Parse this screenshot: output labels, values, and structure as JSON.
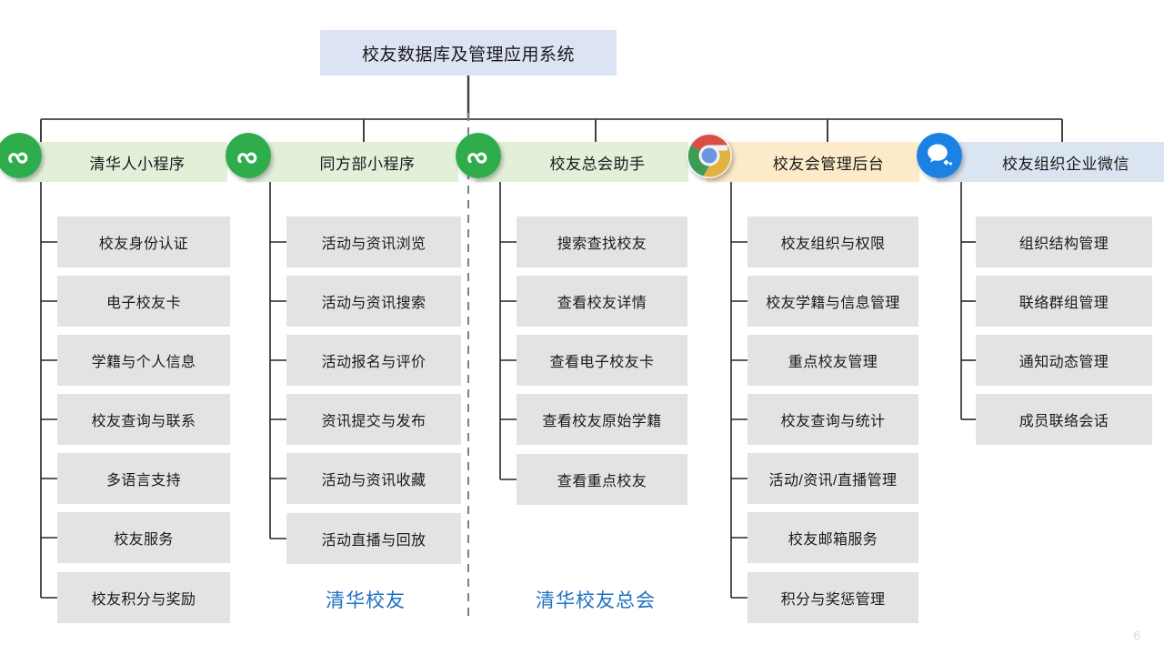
{
  "slide": {
    "page_number": "6",
    "root_title": "校友数据库及管理应用系统",
    "root_color": "#dce3f3"
  },
  "columns": [
    {
      "id": "tsinghua-people-miniprogram",
      "title": "清华人小程序",
      "icon": "wechat-miniprogram-icon",
      "header_color": "#e2efd9",
      "items": [
        "校友身份认证",
        "电子校友卡",
        "学籍与个人信息",
        "校友查询与联系",
        "多语言支持",
        "校友服务",
        "校友积分与奖励"
      ]
    },
    {
      "id": "tongfangbu-miniprogram",
      "title": "同方部小程序",
      "icon": "wechat-miniprogram-icon",
      "header_color": "#e2efd9",
      "items": [
        "活动与资讯浏览",
        "活动与资讯搜索",
        "活动报名与评价",
        "资讯提交与发布",
        "活动与资讯收藏",
        "活动直播与回放"
      ]
    },
    {
      "id": "alumni-association-assistant",
      "title": "校友总会助手",
      "icon": "wechat-miniprogram-icon",
      "header_color": "#e2efd9",
      "items": [
        "搜索查找校友",
        "查看校友详情",
        "查看电子校友卡",
        "查看校友原始学籍",
        "查看重点校友"
      ]
    },
    {
      "id": "alumni-admin-backend",
      "title": "校友会管理后台",
      "icon": "chrome-browser-icon",
      "header_color": "#fdeac8",
      "items": [
        "校友组织与权限",
        "校友学籍与信息管理",
        "重点校友管理",
        "校友查询与统计",
        "活动/资讯/直播管理",
        "校友邮箱服务",
        "积分与奖惩管理"
      ]
    },
    {
      "id": "alumni-org-wecom",
      "title": "校友组织企业微信",
      "icon": "wecom-icon",
      "header_color": "#dbe5f1",
      "items": [
        "组织结构管理",
        "联络群组管理",
        "通知动态管理",
        "成员联络会话"
      ]
    }
  ],
  "footers": [
    {
      "id": "footer-tsinghua-alumni",
      "label": "清华校友",
      "color": "#1f72c0"
    },
    {
      "id": "footer-tsinghua-alumni-association",
      "label": "清华校友总会",
      "color": "#1f72c0"
    }
  ],
  "divider": {
    "id": "vertical-dashed-divider",
    "style": "dashed",
    "color": "#808080"
  }
}
